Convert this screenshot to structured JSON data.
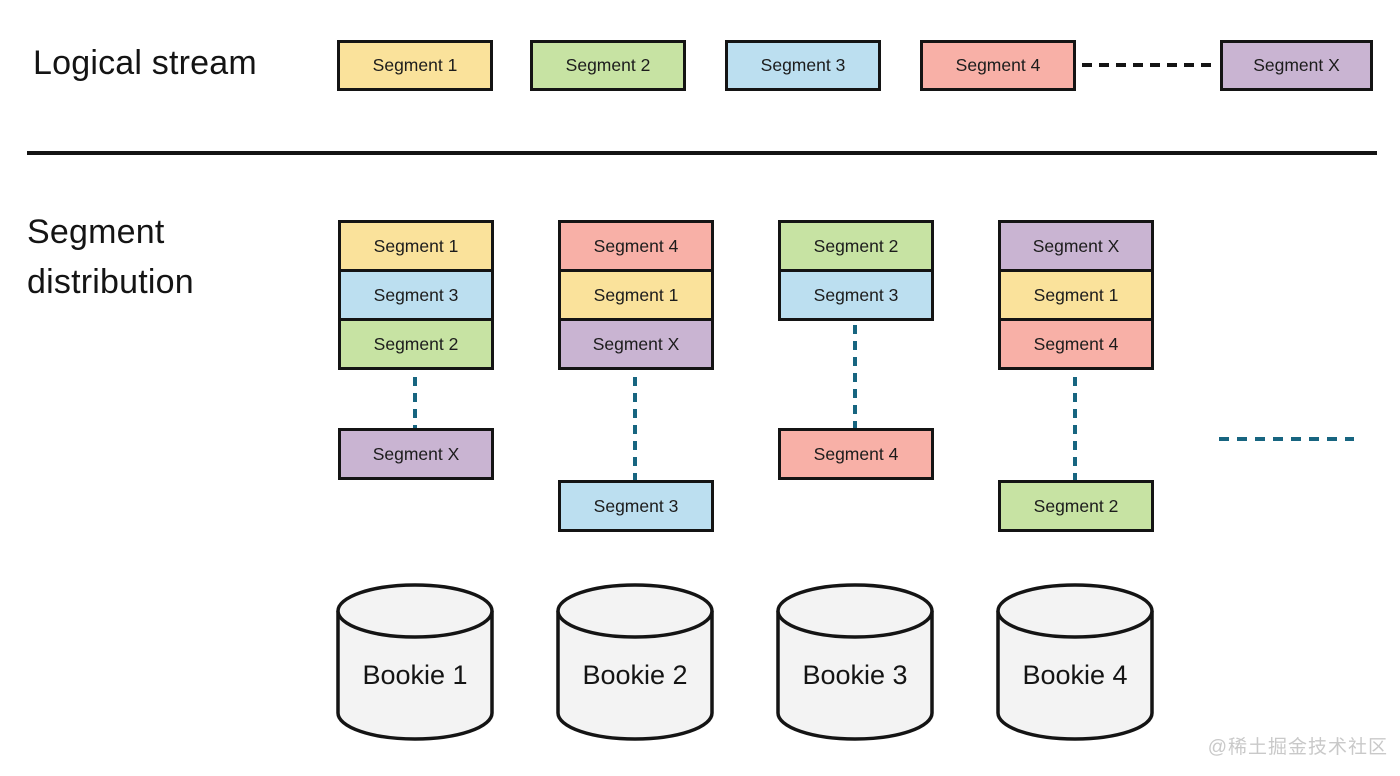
{
  "colors": {
    "segment1_yellow": "#FAE29B",
    "segment2_green": "#C7E3A3",
    "segment3_blue": "#BCDFF0",
    "segment4_salmon": "#F8B0A7",
    "segmentX_purple": "#C9B4D2",
    "connector_teal": "#176580",
    "outline_black": "#141414",
    "bookie_fill": "#F3F3F3",
    "watermark_gray": "#C9C9C9"
  },
  "logical_stream": {
    "title": "Logical stream",
    "segments": [
      {
        "label": "Segment 1",
        "color": "#FAE29B"
      },
      {
        "label": "Segment 2",
        "color": "#C7E3A3"
      },
      {
        "label": "Segment 3",
        "color": "#BCDFF0"
      },
      {
        "label": "Segment 4",
        "color": "#F8B0A7"
      },
      {
        "label": "Segment X",
        "color": "#C9B4D2"
      }
    ]
  },
  "distribution": {
    "title_lines": [
      "Segment",
      "distribution"
    ],
    "columns": [
      {
        "bookie": "Bookie 1",
        "stored": [
          {
            "label": "Segment 1",
            "color": "#FAE29B"
          },
          {
            "label": "Segment 3",
            "color": "#BCDFF0"
          },
          {
            "label": "Segment 2",
            "color": "#C7E3A3"
          }
        ],
        "incoming": {
          "label": "Segment X",
          "color": "#C9B4D2"
        }
      },
      {
        "bookie": "Bookie 2",
        "stored": [
          {
            "label": "Segment 4",
            "color": "#F8B0A7"
          },
          {
            "label": "Segment 1",
            "color": "#FAE29B"
          },
          {
            "label": "Segment X",
            "color": "#C9B4D2"
          }
        ],
        "incoming": {
          "label": "Segment 3",
          "color": "#BCDFF0"
        }
      },
      {
        "bookie": "Bookie 3",
        "stored": [
          {
            "label": "Segment 2",
            "color": "#C7E3A3"
          },
          {
            "label": "Segment 3",
            "color": "#BCDFF0"
          }
        ],
        "incoming": {
          "label": "Segment 4",
          "color": "#F8B0A7"
        }
      },
      {
        "bookie": "Bookie 4",
        "stored": [
          {
            "label": "Segment X",
            "color": "#C9B4D2"
          },
          {
            "label": "Segment 1",
            "color": "#FAE29B"
          },
          {
            "label": "Segment 4",
            "color": "#F8B0A7"
          }
        ],
        "incoming": {
          "label": "Segment 2",
          "color": "#C7E3A3"
        }
      }
    ]
  },
  "watermark": "@稀土掘金技术社区"
}
